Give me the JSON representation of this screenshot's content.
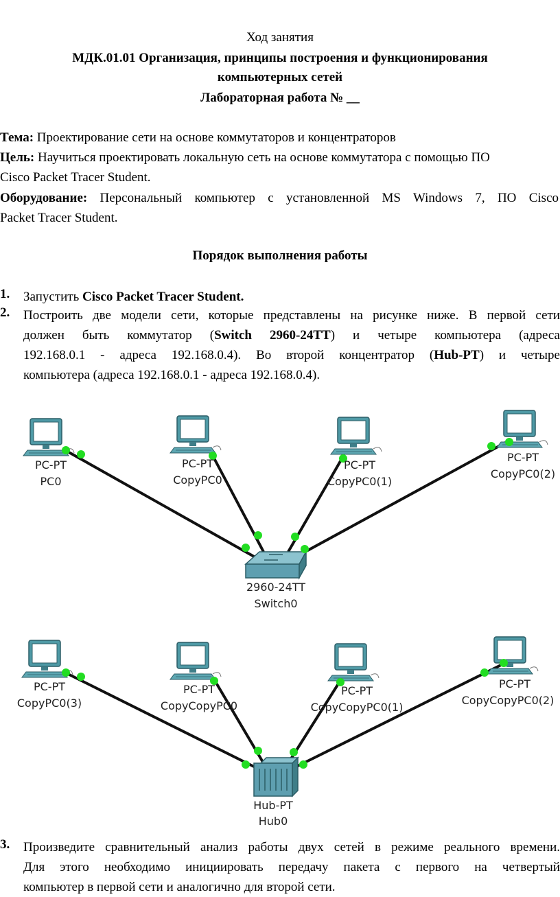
{
  "header": {
    "session_title": "Ход занятия",
    "course_line1": "МДК.01.01 Организация, принципы построения и функционирования",
    "course_line2": "компьютерных сетей",
    "lab_title": "Лабораторная работа № __"
  },
  "info": {
    "topic_label": "Тема:",
    "topic_text": " Проектирование сети на основе коммутаторов и концентраторов",
    "goal_label": "Цель:",
    "goal_text_1": " Научиться  проектировать локальную сеть на основе коммутатора с помощью ПО",
    "goal_text_2": "Cisco Packet Tracer Student.",
    "equipment_label": "Оборудование:",
    "equipment_text_1": " Персональный компьютер с установленной MS Windows 7, ПО Cisco",
    "equipment_text_2": "Packet Tracer Student."
  },
  "procedure_title": "Порядок выполнения работы",
  "steps": [
    {
      "num": "1.",
      "pre": "Запустить ",
      "bold": "Cisco Packet Tracer Student."
    },
    {
      "num": "2.",
      "line1": "Построить две модели сети, которые представлены на рисунке ниже. В первой сети",
      "line2_a": "должен быть коммутатор (",
      "line2_b": "Switch 2960-24TT",
      "line2_c": ") и четыре компьютера (адреса",
      "line3_a": "192.168.0.1 - адреса 192.168.0.4). Во второй концентратор (",
      "line3_b": "Hub-PT",
      "line3_c": ") и четыре",
      "line4": "компьютера (адреса 192.168.0.1 - адреса 192.168.0.4)."
    },
    {
      "num": "3.",
      "line1": "Произведите сравнительный анализ работы двух сетей в режиме реального времени.",
      "line2": "Для этого необходимо инициировать передачу пакета с первого на четвертый",
      "line3": "компьютер в первой сети и аналогично для второй сети."
    }
  ],
  "network1": {
    "pcs": [
      {
        "type": "PC-PT",
        "name": "PC0"
      },
      {
        "type": "PC-PT",
        "name": "CopyPC0"
      },
      {
        "type": "PC-PT",
        "name": "CopyPC0(1)"
      },
      {
        "type": "PC-PT",
        "name": "CopyPC0(2)"
      }
    ],
    "device": {
      "model": "2960-24TT",
      "name": "Switch0"
    }
  },
  "network2": {
    "pcs": [
      {
        "type": "PC-PT",
        "name": "CopyPC0(3)"
      },
      {
        "type": "PC-PT",
        "name": "CopyCopyPC0"
      },
      {
        "type": "PC-PT",
        "name": "CopyCopyPC0(1)"
      },
      {
        "type": "PC-PT",
        "name": "CopyCopyPC0(2)"
      }
    ],
    "device": {
      "model": "Hub-PT",
      "name": "Hub0"
    }
  },
  "colors": {
    "link": "#111111",
    "port_led": "#22dd22",
    "monitor_body": "#4f9aa6",
    "monitor_screen": "#ffffff",
    "device_body": "#5e9fb0"
  }
}
